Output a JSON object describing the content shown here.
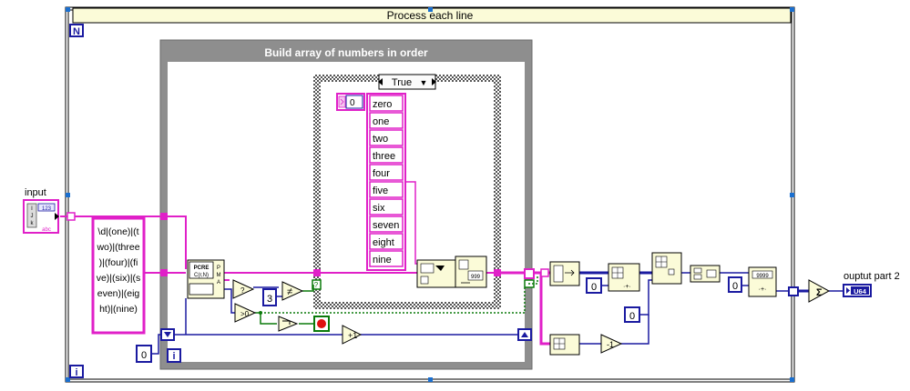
{
  "outer_loop": {
    "title": "Process each line",
    "count_terminal": "N",
    "iteration_terminal": "i"
  },
  "inner_loop": {
    "title": "Build array of numbers in order",
    "iteration_terminal": "i"
  },
  "case_structure": {
    "selector": "True",
    "selector_arrow": "▼"
  },
  "input_control": {
    "label": "input",
    "glyph_top": "123",
    "glyph_bottom": "abc"
  },
  "regex_constant": {
    "lines": [
      "\\d|(one)|(t",
      "wo)|(three",
      ")|(four)|(fi",
      "ve)|(six)|(s",
      "even)|(eig",
      "ht)|(nine)"
    ]
  },
  "match_node": {
    "label_top": "PCRE",
    "label_mid": "C(r,N)"
  },
  "constants": {
    "three": "3",
    "zero_shift": "0",
    "zero_index_a": "0",
    "zero_index_b": "0",
    "zero_index_c": "0",
    "array_index": "0"
  },
  "ops": {
    "not_equal": "≠",
    "greater_than_zero": ">0",
    "increment": "+1",
    "decrement": "-1",
    "sum": "Σ"
  },
  "number_words": [
    "zero",
    "one",
    "two",
    "three",
    "four",
    "five",
    "six",
    "seven",
    "eight",
    "nine"
  ],
  "output_indicator": {
    "label": "ouptut part 2",
    "type": "U64"
  },
  "colors": {
    "string_wire": "#e020c8",
    "numeric_wire": "#1a1aa0",
    "boolean_wire": "#0a7a0a",
    "loop_frame": "#888888",
    "case_frame": "#666666"
  }
}
